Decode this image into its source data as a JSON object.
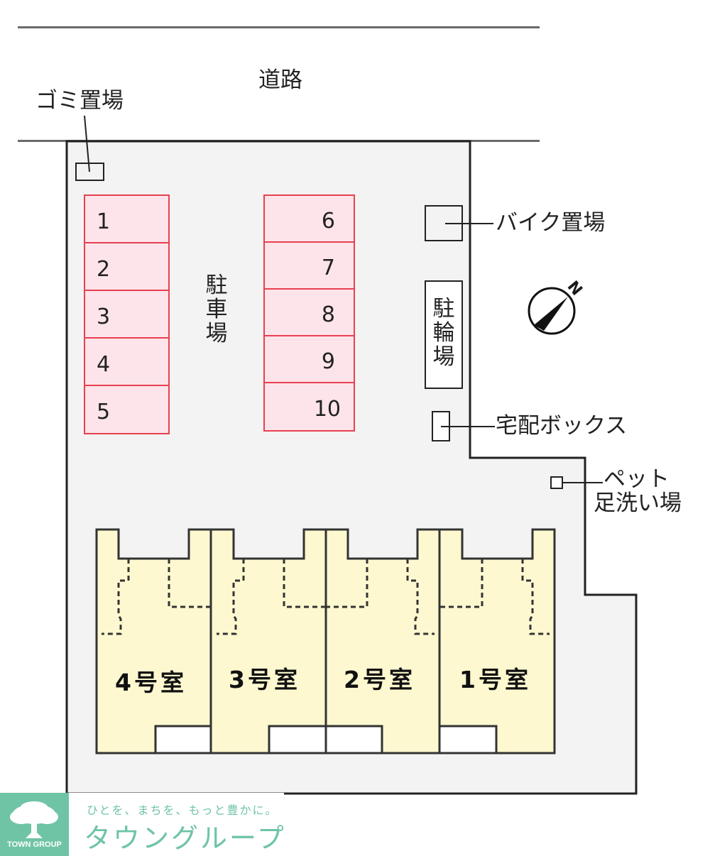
{
  "road": {
    "label": "道路"
  },
  "garbage": {
    "label": "ゴミ置場"
  },
  "parking": {
    "label": "駐車場",
    "left_stalls": [
      "1",
      "2",
      "3",
      "4",
      "5"
    ],
    "right_stalls": [
      "6",
      "7",
      "8",
      "9",
      "10"
    ],
    "stall_fill": "#fde4ea",
    "stall_border": "#e8404f"
  },
  "bike": {
    "label": "バイク置場"
  },
  "bicycle": {
    "label": "駐輪場"
  },
  "delivery_box": {
    "label": "宅配ボックス"
  },
  "pet_wash": {
    "line1": "ペット",
    "line2": "足洗い場"
  },
  "compass": {
    "label": "N"
  },
  "units": [
    {
      "label": "4号室"
    },
    {
      "label": "3号室"
    },
    {
      "label": "2号室"
    },
    {
      "label": "1号室"
    }
  ],
  "colors": {
    "lot_fill": "#f3f3f3",
    "unit_fill": "#fdf8cf",
    "brand": "#6fc4a5"
  },
  "logo": {
    "en": "TOWN GROUP",
    "tagline": "ひとを、まちを、もっと豊かに。",
    "brand": "タウングループ"
  }
}
